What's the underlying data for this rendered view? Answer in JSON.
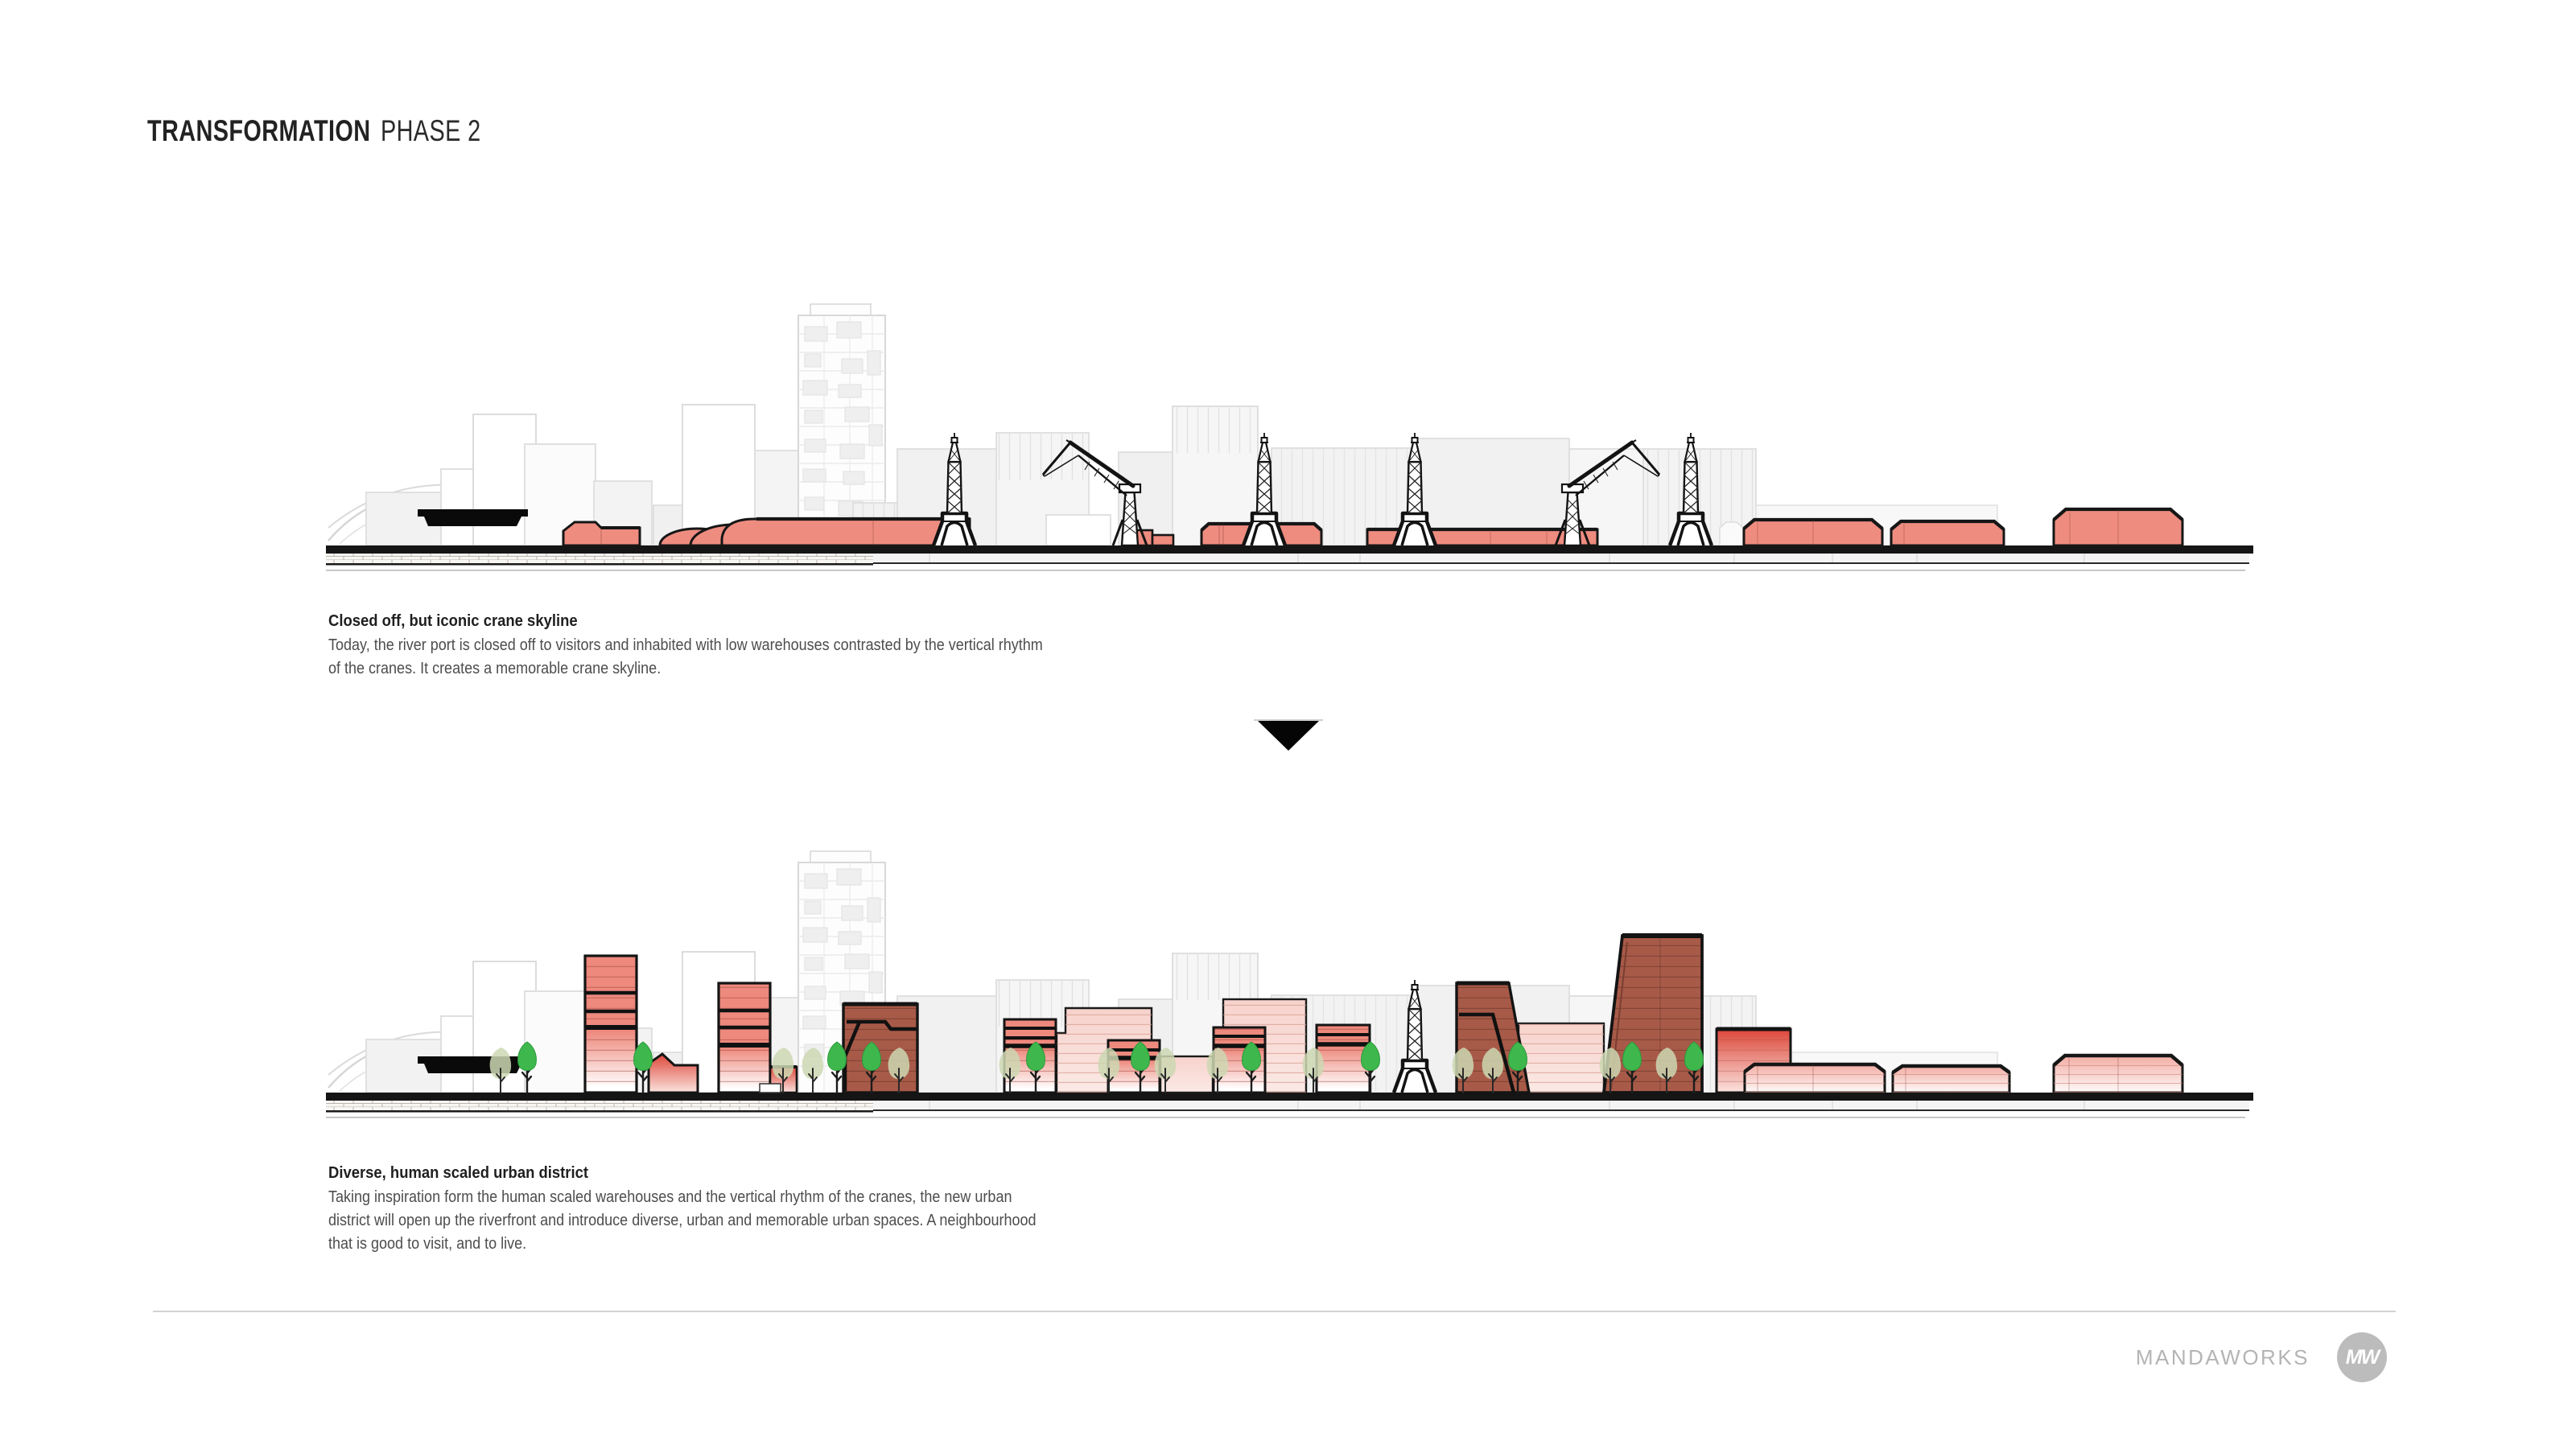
{
  "header": {
    "title": "TRANSFORMATION",
    "subtitle": "PHASE 2"
  },
  "sections": {
    "existing": {
      "heading": "Closed off, but iconic crane skyline",
      "body": "Today, the river port is closed off to visitors and inhabited with low warehouses contrasted by the vertical rhythm of the cranes. It creates a memorable crane skyline."
    },
    "proposed": {
      "heading": "Diverse, human scaled urban district",
      "body": "Taking inspiration form the human scaled warehouses and the vertical rhythm of the cranes, the new urban district will open up the riverfront and introduce diverse, urban and memorable urban spaces. A neighbourhood that is good to visit, and to live."
    }
  },
  "transition": {
    "icon": "down-triangle"
  },
  "footer": {
    "brand": "MANDAWORKS",
    "monogram": "MW"
  },
  "colors": {
    "warehouse_salmon": "#EE8C80",
    "brick_dark_red": "#A85A48",
    "pale_pink": "#F8D7D2",
    "accent_red": "#DC4638",
    "tree_green": "#3EB84D",
    "tree_sage": "#CDD7B2",
    "line_ink": "#151515",
    "background_gray": "#F2F2F2",
    "footer_gray": "#B4B4B4"
  }
}
